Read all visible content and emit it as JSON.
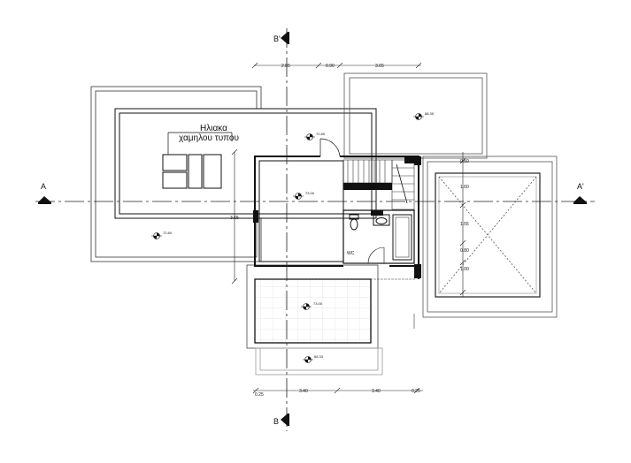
{
  "drawing": {
    "title_line1": "Ηλιακα",
    "title_line2": "χαμηλου τυπου",
    "sections": {
      "a_left": "A",
      "a_right": "A'",
      "b_top": "B'",
      "b_bottom": "B"
    },
    "room_label_wc": "WC",
    "elevations": {
      "roof_right": "88.35",
      "center_top": "72.85",
      "landing": "73.00",
      "roof_left": "72.80",
      "terrace": "73.00",
      "bottom": "68.33"
    },
    "dims_top": [
      "2.85",
      "0.90",
      "3.65"
    ],
    "dims_bottom": [
      "0.25",
      "3.40",
      "3.40",
      "0.25"
    ],
    "dim_vertical_left": "3.65",
    "dims_right_vertical": [
      "0.50",
      "1.60",
      "1.55",
      "0.80",
      "1.00"
    ]
  }
}
